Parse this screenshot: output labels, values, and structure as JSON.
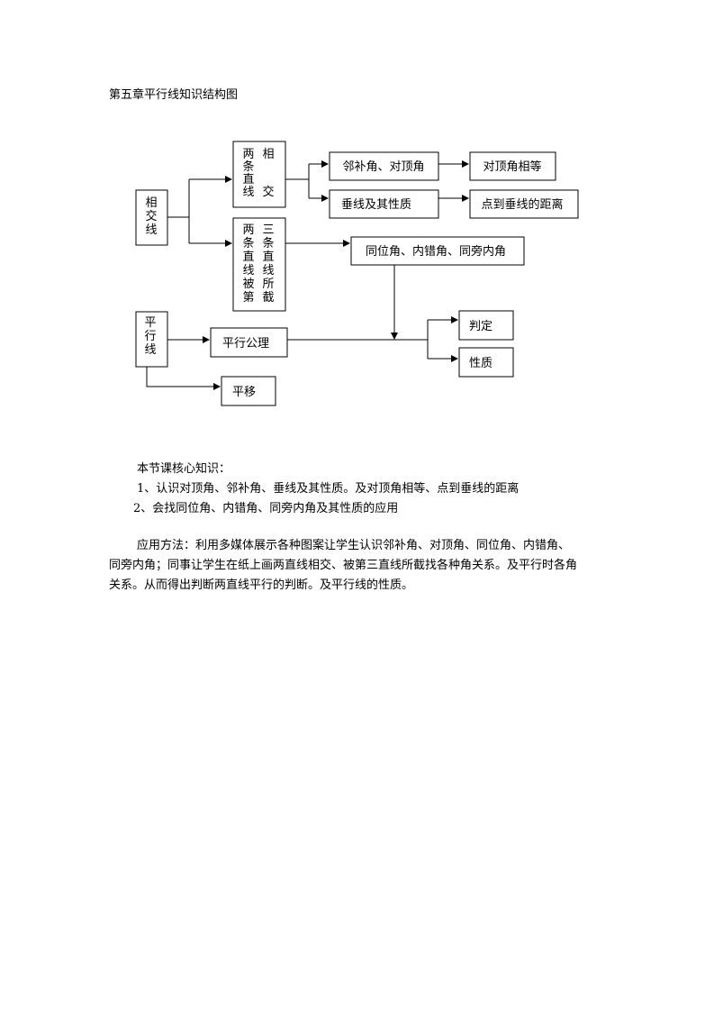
{
  "title": "第五章平行线知识结构图",
  "diagram": {
    "xiangjiaoxian": [
      "相",
      "交",
      "线"
    ],
    "liangtiao_xiangjiao_left": [
      "两",
      "条",
      "直",
      "线"
    ],
    "liangtiao_xiangjiao_right": [
      "相",
      "交"
    ],
    "beijie_left": [
      "两",
      "条",
      "直",
      "线",
      "被",
      "第"
    ],
    "beijie_right": [
      "三",
      "条",
      "直",
      "线",
      "所",
      "截"
    ],
    "linbu": "邻补角、对顶角",
    "duiding_equal": "对顶角相等",
    "chuixian": "垂线及其性质",
    "distance": "点到垂线的距离",
    "tongwei": "同位角、内错角、同旁内角",
    "pingxingxian": [
      "平",
      "行",
      "线"
    ],
    "gongli": "平行公理",
    "panding": "判定",
    "xingzhi": "性质",
    "pingyi": "平移"
  },
  "core": {
    "heading": "本节课核心知识：",
    "item1": "1、认识对顶角、邻补角、垂线及其性质。及对顶角相等、点到垂线的距离",
    "item2": "2、会找同位角、内错角、同旁内角及其性质的应用"
  },
  "method": {
    "line1": "应用方法：利用多媒体展示各种图案让学生认识邻补角、对顶角、同位角、内错角、",
    "line2": "同旁内角；同事让学生在纸上画两直线相交、被第三直线所截找各种角关系。及平行时各角",
    "line3": "关系。从而得出判断两直线平行的判断。及平行线的性质。"
  }
}
